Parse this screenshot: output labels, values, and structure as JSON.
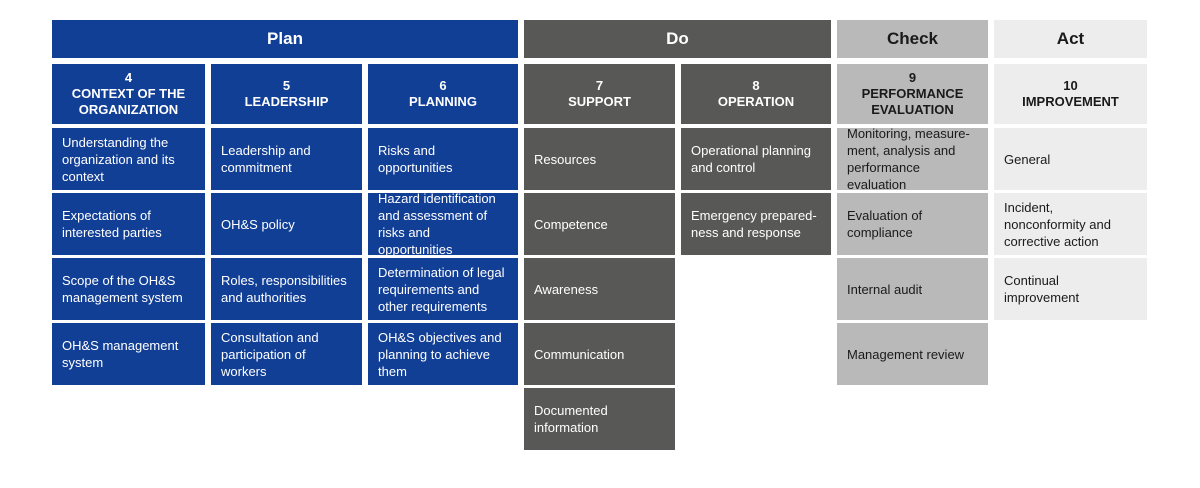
{
  "phases": {
    "plan": "Plan",
    "do": "Do",
    "check": "Check",
    "act": "Act"
  },
  "clauses": [
    {
      "number": "4",
      "title": "CONTEXT OF THE ORGANIZATION"
    },
    {
      "number": "5",
      "title": "LEADERSHIP"
    },
    {
      "number": "6",
      "title": "PLANNING"
    },
    {
      "number": "7",
      "title": "SUPPORT"
    },
    {
      "number": "8",
      "title": "OPERATION"
    },
    {
      "number": "9",
      "title": "PERFORMANCE EVALUATION"
    },
    {
      "number": "10",
      "title": "IMPROVEMENT"
    }
  ],
  "items": {
    "c4": [
      "Understanding the organization and its context",
      "Expectations of interested parties",
      "Scope of the OH&S management system",
      "OH&S management system"
    ],
    "c5": [
      "Leadership and commitment",
      "OH&S policy",
      "Roles, responsibilities and authorities",
      "Consultation and participation of workers"
    ],
    "c6": [
      "Risks and opportunities",
      "Hazard identification and assessment of risks and opportunities",
      "Determination of legal requirements and other requirements",
      "OH&S objectives and planning to achieve them"
    ],
    "c7": [
      "Resources",
      "Competence",
      "Awareness",
      "Communication",
      "Documented information"
    ],
    "c8": [
      "Operational planning and control",
      "Emergency prepared-ness and response"
    ],
    "c9": [
      "Monitoring, measure-ment, analysis and performance evaluation",
      "Evaluation of compliance",
      "Internal audit",
      "Management review"
    ],
    "c10": [
      "General",
      "Incident, nonconformity and corrective action",
      "Continual improvement"
    ]
  }
}
